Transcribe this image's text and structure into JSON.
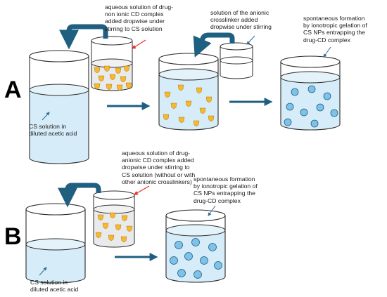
{
  "panel_a": {
    "letter": "A",
    "cs_solution": "CS solution in\ndiluted acetic acid",
    "drug_nonionic": "aqueous solution of drug-\nnon ionic CD complex\nadded dropwise under\nstirring to CS solution",
    "anionic_crosslinker": "solution of the anionic\ncrosslinker added\ndropwise under stirring",
    "nps_result": "spontaneous formation\nby ionotropic gelation of\nCS NPs entrapping the\ndrug-CD complex"
  },
  "panel_b": {
    "letter": "B",
    "cs_solution": "CS solution in\ndiluted acetic acid",
    "drug_anionic": "aqueous solution of drug-\nanionic CD complex added\ndropwise under stirring to\nCS solution (without or with\nother anionic crosslinkers)",
    "nps_result": "spontaneous formation\nby ionotropic gelation of\nCS NPs entrapping the\ndrug-CD complex"
  },
  "colors": {
    "liquid": "#d6ecf8",
    "nanoparticle": "#7fc2e9",
    "flow_arrow": "#1f5f7f",
    "pointer_red": "#e8302a",
    "pointer_blue": "#2a6f97",
    "drug_particle": "#f5b82e"
  }
}
